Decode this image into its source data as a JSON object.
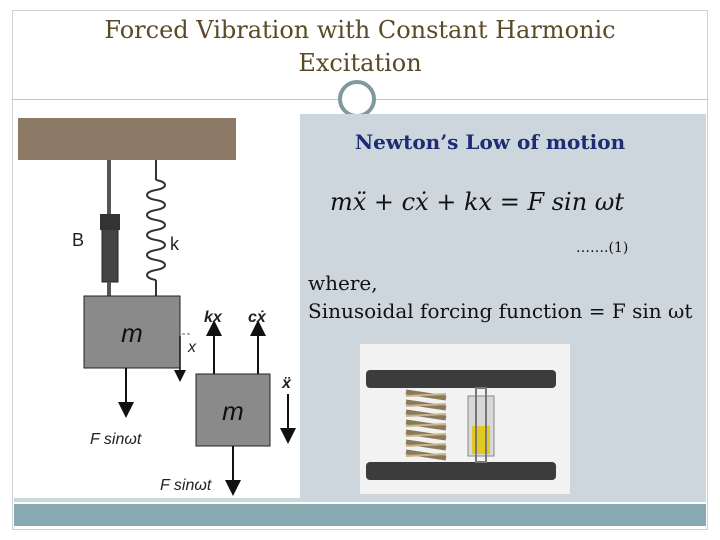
{
  "slide": {
    "title_line1": "Forced Vibration with Constant Harmonic",
    "title_line2": "Excitation",
    "heading": "Newton’s Low of motion",
    "equation": "mẍ + cẋ + kx = F sin ωt",
    "equation_number": "…….(1)",
    "where_label": "where,",
    "forcing_text": "Sinusoidal forcing function = F sin ωt"
  },
  "diagram": {
    "damper_label": "B",
    "spring_label": "k",
    "mass_label_left": "m",
    "mass_label_right": "m",
    "force_left": "F sinωt",
    "force_right": "F sinωt",
    "spring_force": "kx",
    "damping_force": "cẋ",
    "displacement": "x",
    "acceleration": "ẍ"
  }
}
